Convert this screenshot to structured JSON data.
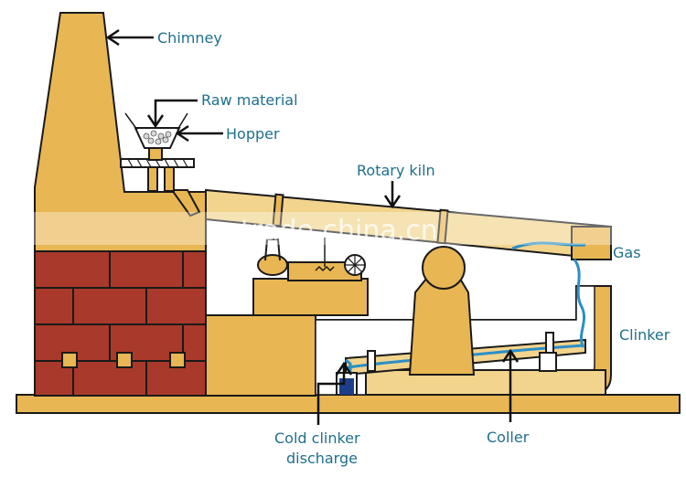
{
  "labels": {
    "chimney": "Chimney",
    "raw_material": "Raw material",
    "hopper": "Hopper",
    "rotary_kiln": "Rotary kiln",
    "gas": "Gas",
    "clinker": "Clinker",
    "cold_clinker_line1": "Cold clinker",
    "cold_clinker_line2": "discharge",
    "coller": "Coller"
  },
  "watermark": "trade.china.cn",
  "colors": {
    "tan": "#e8b653",
    "tan_light": "#f2d48d",
    "brick": "#a9392a",
    "label_blue": "#1f6f8b",
    "water_blue": "#2a8fc7"
  }
}
